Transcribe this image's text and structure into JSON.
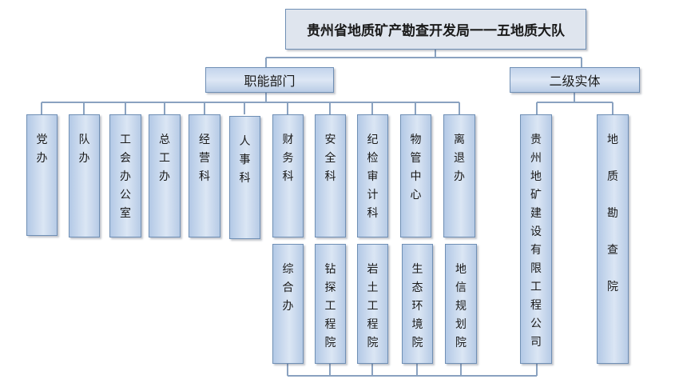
{
  "title": "贵州省地质矿产勘查开发局一一五地质大队",
  "groups": {
    "functional": "职能部门",
    "entities": "二级实体"
  },
  "functional_units": [
    "党\n办",
    "队\n办",
    "工\n会\n办\n公\n室",
    "总\n工\n办",
    "经\n营\n科",
    "人\n事\n科",
    "财\n务\n科",
    "安\n全\n科",
    "纪\n检\n审\n计\n科",
    "物\n管\n中\n心",
    "离\n退\n办"
  ],
  "lower_units": [
    "综\n合\n办",
    "钻\n探\n工\n程\n院",
    "岩\n土\n工\n程\n院",
    "生\n态\n环\n境\n院",
    "地\n信\n规\n划\n院"
  ],
  "entity_units": [
    "贵\n州\n地\n矿\n建\n设\n有\n限\n工\n程\n公\n司",
    "地\n\n质\n\n勘\n\n查\n\n院"
  ]
}
